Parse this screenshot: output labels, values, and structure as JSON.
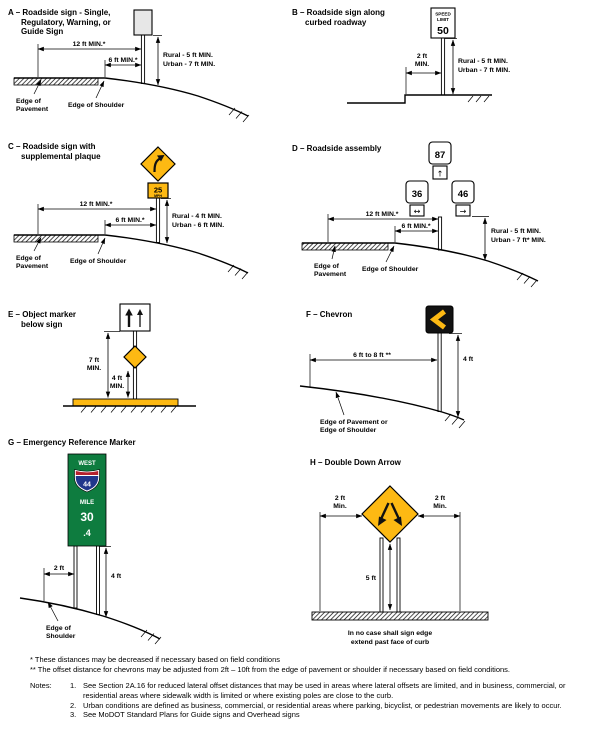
{
  "colors": {
    "warning_yellow": "#FDB913",
    "guide_green": "#0E7C3F",
    "interstate_blue": "#20368C",
    "interstate_red": "#B5202E",
    "sign_black": "#121212"
  },
  "icons": {
    "c_symbol": "curve-right-arrow",
    "e_symbol": "double-up-arrow",
    "f_symbol": "left-chevron",
    "h_symbol": "double-down-arrow"
  },
  "panels": {
    "a": {
      "title_lines": [
        "A – Roadside sign - Single,",
        "Regulatory, Warning, or",
        "Guide Sign"
      ],
      "dim_offset_pavement": "12 ft MIN.*",
      "dim_offset_shoulder": "6 ft MIN.*",
      "height_line1": "Rural - 5 ft MIN.",
      "height_line2": "Urban - 7 ft MIN.",
      "edge_of_pavement_line1": "Edge of",
      "edge_of_pavement_line2": "Pavement",
      "edge_of_shoulder": "Edge of Shoulder"
    },
    "b": {
      "title_lines": [
        "B – Roadside sign along",
        "curbed roadway"
      ],
      "sign_line1": "SPEED",
      "sign_line2": "LIMIT",
      "sign_value": "50",
      "dim_curb_line1": "2 ft",
      "dim_curb_line2": "MIN.",
      "height_line1": "Rural - 5 ft MIN.",
      "height_line2": "Urban - 7 ft MIN."
    },
    "c": {
      "title_lines": [
        "C – Roadside sign with",
        "supplemental plaque"
      ],
      "plaque_value": "25",
      "plaque_unit": "MPH",
      "dim_offset_pavement": "12 ft MIN.*",
      "dim_offset_shoulder": "6 ft MIN.*",
      "height_line1": "Rural - 4 ft MIN.",
      "height_line2": "Urban - 6 ft MIN.",
      "edge_of_pavement_line1": "Edge of",
      "edge_of_pavement_line2": "Pavement",
      "edge_of_shoulder": "Edge of Shoulder"
    },
    "d": {
      "title_lines": [
        "D – Roadside assembly"
      ],
      "shield_top": "87",
      "shield_left": "36",
      "shield_right": "46",
      "arrow_up": "↑",
      "arrow_both": "↔",
      "arrow_right": "→",
      "dim_offset_pavement": "12 ft MIN.*",
      "dim_offset_shoulder": "6 ft MIN.*",
      "height_line1": "Rural - 5 ft MIN.",
      "height_line2": "Urban - 7 ft* MIN.",
      "edge_of_pavement_line1": "Edge of",
      "edge_of_pavement_line2": "Pavement",
      "edge_of_shoulder": "Edge of Shoulder"
    },
    "e": {
      "title_lines": [
        "E – Object marker",
        "below sign"
      ],
      "dim_sign_line1": "7 ft",
      "dim_sign_line2": "MIN.",
      "dim_marker_line1": "4 ft",
      "dim_marker_line2": "MIN."
    },
    "f": {
      "title_lines": [
        "F – Chevron"
      ],
      "dim_offset": "6 ft to 8 ft **",
      "dim_height": "4 ft",
      "edge_line1": "Edge of Pavement or",
      "edge_line2": "Edge of Shoulder"
    },
    "g": {
      "title_lines": [
        "G – Emergency Reference Marker"
      ],
      "sign_direction": "WEST",
      "sign_route": "44",
      "sign_mile_label": "MILE",
      "sign_mile_value": "30",
      "sign_mile_decimal": ".4",
      "dim_offset": "2 ft",
      "dim_height": "4 ft",
      "edge_line1": "Edge of",
      "edge_line2": "Shoulder"
    },
    "h": {
      "title_lines": [
        "H – Double Down Arrow"
      ],
      "dim_left_line1": "2 ft",
      "dim_left_line2": "Min.",
      "dim_right_line1": "2 ft",
      "dim_right_line2": "Min.",
      "dim_height": "5 ft",
      "caption_line1": "In no case shall sign edge",
      "caption_line2": "extend past face of curb"
    }
  },
  "footnotes": {
    "star": "* These distances may be decreased if necessary based on field conditions",
    "double_star": "** The off­set distance for chevrons may be adjusted from 2ft – 10ft from the edge of pavement or shoulder if necessary based on field conditions."
  },
  "notes": {
    "label": "Notes:",
    "items": [
      {
        "num": "1.",
        "text": "See Section 2A.16 for reduced lateral offset distances that may be used in areas where lateral offsets are limited, and in business, commercial, or residential areas where sidewalk width is limited or where existing poles are close to the curb."
      },
      {
        "num": "2.",
        "text": "Urban conditions are defined as business, commercial, or residential areas where parking, bicyclist, or pedestrian movements are likely to occur."
      },
      {
        "num": "3.",
        "text": "See MoDOT Standard Plans for Guide signs and Overhead signs"
      }
    ]
  }
}
